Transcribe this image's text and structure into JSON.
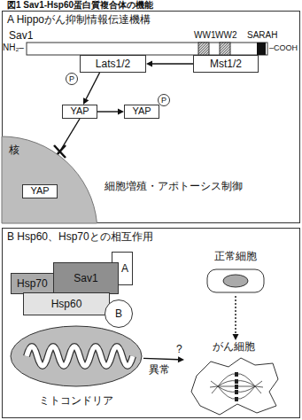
{
  "diagram": {
    "title": "図1 Sav1-Hsp60蛋白質複合体の機能",
    "nodes": [
      {
        "text": [
          "A Hippoがん抑制情報伝達機構"
        ]
      },
      {
        "text": [
          "Lats1/2"
        ],
        "in": 0
      },
      {
        "text": [
          "Mst1/2"
        ],
        "in": 0
      },
      {
        "text": [
          "P"
        ],
        "in": 0
      },
      {
        "text": [
          "YAP"
        ],
        "in": 0
      },
      {
        "text": [
          "YAP"
        ],
        "in": 0
      },
      {
        "text": [
          "P"
        ],
        "in": 0
      },
      {
        "text": [
          "核"
        ],
        "in": 0
      },
      {
        "text": [
          "YAP"
        ],
        "in": 7
      },
      {
        "text": [
          "B Hsp60、Hsp70との相互作用"
        ]
      },
      {
        "text": [
          "Hsp70"
        ],
        "in": 9
      },
      {
        "text": [
          "Sav1"
        ],
        "in": 9
      },
      {
        "text": [
          "A"
        ],
        "in": 9
      },
      {
        "text": [
          "Hsp60"
        ],
        "in": 9
      },
      {
        "text": [
          "B"
        ],
        "in": 9
      },
      {
        "text": [
          "ミトコンドリア"
        ],
        "in": 9
      },
      {
        "text": [
          "正常細胞"
        ],
        "in": 9
      },
      {
        "text": [
          "がん細胞"
        ],
        "in": 9
      }
    ],
    "edges": [
      {
        "from": 2,
        "to": 1,
        "arrow": "to"
      },
      {
        "from": 1,
        "to": 4,
        "arrow": "to"
      },
      {
        "from": 4,
        "to": 5,
        "arrow": "to"
      },
      {
        "from": 4,
        "to": 8,
        "arrow": "to"
      },
      {
        "from": 15,
        "to": 17,
        "label": "異常",
        "arrow": "to"
      },
      {
        "from": 16,
        "to": 17,
        "arrow": "to"
      }
    ],
    "labels": [
      "Sav1",
      "WW1",
      "WW2",
      "SARAH",
      "NH₂–",
      "–COOH",
      "細胞増殖・アポトーシス制御",
      "?"
    ]
  }
}
